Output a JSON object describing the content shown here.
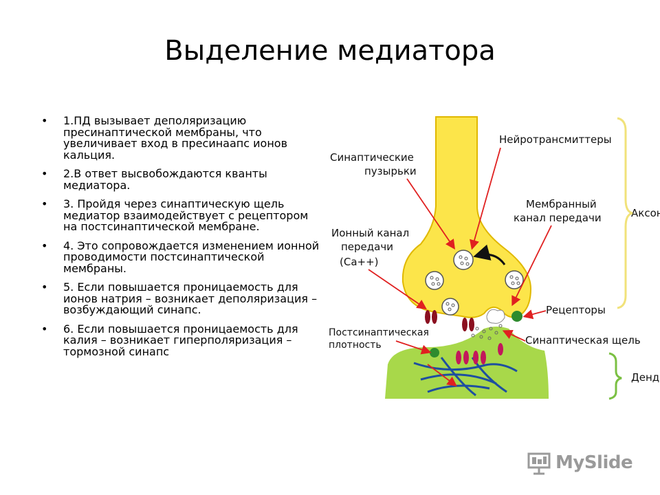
{
  "slide": {
    "title": "Выделение медиатора",
    "bullets": [
      "1.ПД вызывает деполяризацию пресинаптической мембраны, что увеличивает вход в пресинаапс ионов кальция.",
      "2.В ответ высвобождаются кванты медиатора.",
      "3. Пройдя через синаптическую щель медиатор взаимодействует с рецептором на постсинаптической мембране.",
      "4. Это сопровождается изменением ионной проводимости постсинаптической мембраны.",
      "5. Если повышается проницаемость для ионов натрия – возникает деполяризация – возбуждающий синапс.",
      "6. Если повышается проницаемость для калия – возникает гиперполяризация – тормозной синапс"
    ],
    "bullet_marker": "•"
  },
  "diagram": {
    "labels": {
      "vesicles_1": "Синаптические",
      "vesicles_2": "пузырьки",
      "neurotransmitters": "Нейротрансмиттеры",
      "membrane_channel_1": "Мембранный",
      "membrane_channel_2": "канал передачи",
      "axon": "Аксон",
      "ion_channel_1": "Ионный канал",
      "ion_channel_2": "передачи",
      "ion_channel_3": "(Ca++)",
      "receptors": "Рецепторы",
      "postsynaptic_1": "Постсинаптическая",
      "postsynaptic_2": "плотность",
      "synaptic_cleft": "Синаптическая щель",
      "dendrite": "Дендрит"
    },
    "colors": {
      "axon_fill": "#fce54a",
      "axon_outline": "#e0b800",
      "dendrite_fill": "#a8d84a",
      "arrow_red": "#e02020",
      "channel_dark_red": "#8b1020",
      "receptor_magenta": "#c2185b",
      "receptor_green": "#2e8b2e",
      "filaments_blue": "#1e4fa0",
      "bracket_yellow": "#f1e27a",
      "bracket_green": "#7bc043"
    }
  },
  "watermark": {
    "text": "MySlide"
  }
}
